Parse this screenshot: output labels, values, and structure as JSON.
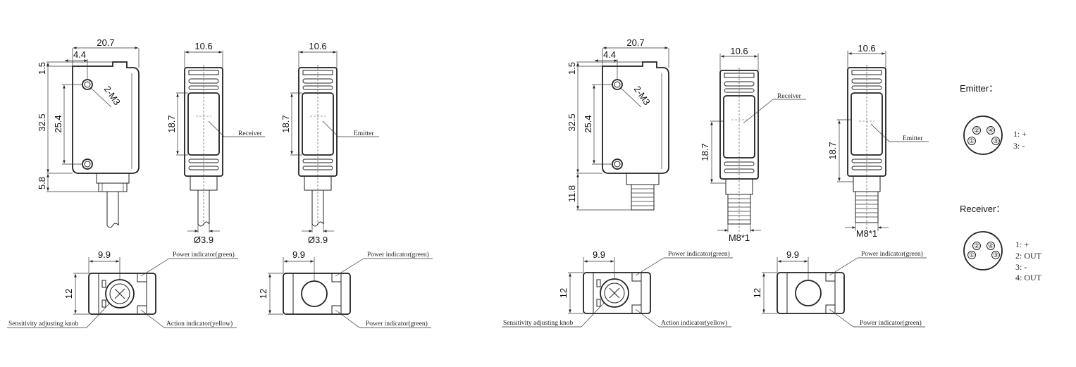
{
  "dims": {
    "width_total": "20.7",
    "hole_offset": "4.4",
    "top_margin": "1.5",
    "height_total": "32.5",
    "hole_pitch": "25.4",
    "cable_base": "5.8",
    "connector_base": "11.8",
    "face_width": "10.6",
    "window_height": "18.7",
    "cable_dia": "Ø3.9",
    "thread": "M8*1",
    "bottom_offset": "9.9",
    "bottom_height": "12",
    "screw_label": "2-M3"
  },
  "annotations": {
    "receiver": "Receiver",
    "emitter": "Emitter",
    "power_green": "Power indicator(green)",
    "sensitivity": "Sensitivity adjusting knob",
    "action_yellow": "Action indicator(yellow)"
  },
  "pinout": {
    "emitter_title": "Emitter：",
    "receiver_title": "Receiver：",
    "emitter_pins": [
      "1:  +",
      "3:  -"
    ],
    "receiver_pins": [
      "1:  +",
      "2:  OUT",
      "3:  -",
      "4:  OUT"
    ],
    "pin_numbers": [
      "①",
      "②",
      "③",
      "④"
    ]
  }
}
